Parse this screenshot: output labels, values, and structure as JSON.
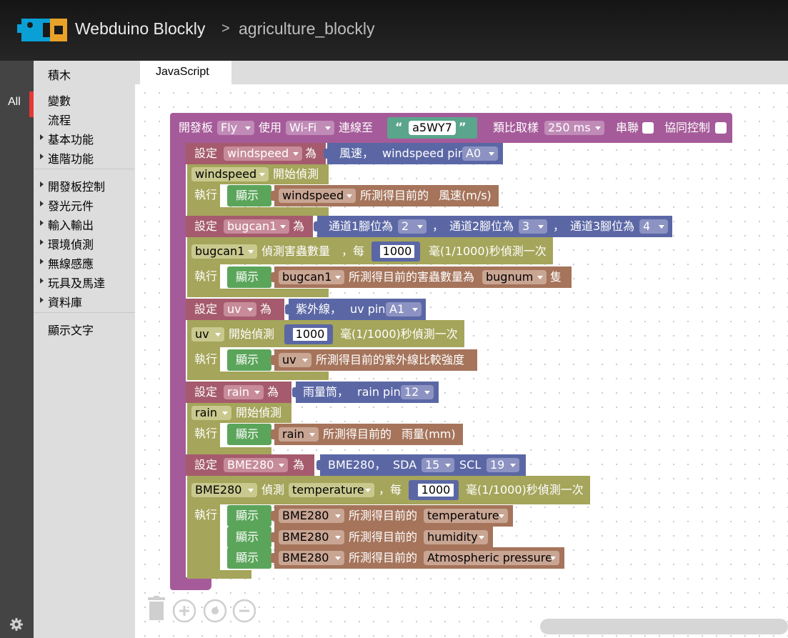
{
  "header": {
    "app_title": "Webduino Blockly",
    "separator": ">",
    "project_name": "agriculture_blockly"
  },
  "leftbar": {
    "all_label": "All"
  },
  "toolbox": {
    "items": [
      {
        "label": "積木",
        "arrow": false
      },
      {
        "label": "變數",
        "arrow": false
      },
      {
        "label": "流程",
        "arrow": false
      },
      {
        "label": "基本功能",
        "arrow": true
      },
      {
        "label": "進階功能",
        "arrow": true
      },
      {
        "label": "開發板控制",
        "arrow": true
      },
      {
        "label": "發光元件",
        "arrow": true
      },
      {
        "label": "輸入輸出",
        "arrow": true
      },
      {
        "label": "環境偵測",
        "arrow": true
      },
      {
        "label": "無線感應",
        "arrow": true
      },
      {
        "label": "玩具及馬達",
        "arrow": true
      },
      {
        "label": "資料庫",
        "arrow": true
      },
      {
        "label": "顯示文字",
        "arrow": false
      }
    ]
  },
  "tabs": [
    {
      "label": "JavaScript"
    }
  ],
  "colors": {
    "board": "#a55b99",
    "variable": "#a55b6d",
    "event": "#a5a55b",
    "display": "#5ba55b",
    "text": "#a5745b",
    "sensor": "#5b67a5"
  },
  "blocks": {
    "board": {
      "label": "開發板",
      "board_type": "Fly",
      "use": "使用",
      "connection": "Wi-Fi",
      "connect_to": "連線至",
      "device_id": "a5WY7",
      "sampling": "類比取樣",
      "sampling_value": "250 ms",
      "serial": "串聯",
      "sync": "協同控制"
    },
    "common": {
      "set": "設定",
      "as": "為",
      "exec": "執行",
      "show": "顯示",
      "start_detect": "開始偵測",
      "measured": "所測得目前的",
      "ms_interval": "毫(1/1000)秒偵測一次"
    },
    "windspeed": {
      "var": "windspeed",
      "sensor_name": "風速，",
      "pin_label": "windspeed pin",
      "pin": "A0",
      "unit_text": "風速(m/s)"
    },
    "bugcan": {
      "var": "bugcan1",
      "ch1": "通道1腳位為",
      "ch1_value": "2",
      "ch2": "通道2腳位為",
      "ch2_value": "3",
      "ch3": "通道3腳位為",
      "ch3_value": "4",
      "comma": "，",
      "detect_label": "偵測害蟲數量",
      "every": "，每",
      "interval": "1000",
      "measured_bug": "所測得目前的害蟲數量為",
      "bugnum": "bugnum",
      "unit": "隻"
    },
    "uv": {
      "var": "uv",
      "sensor_name": "紫外線，",
      "pin_label": "uv pin",
      "pin": "A1",
      "interval": "1000",
      "measured_uv": "所測得目前的紫外線比較強度"
    },
    "rain": {
      "var": "rain",
      "sensor_name": "雨量筒，",
      "pin_label": "rain pin",
      "pin": "12",
      "unit_text": "雨量(mm)"
    },
    "bme": {
      "var": "BME280",
      "sensor_name": "BME280，",
      "sda_label": "SDA",
      "sda": "15",
      "scl_label": "SCL",
      "scl": "19",
      "detect": "偵測",
      "detect_type": "temperature",
      "every": "，每",
      "interval": "1000",
      "v1": "temperature",
      "v2": "humidity",
      "v3": "Atmospheric pressure"
    }
  }
}
